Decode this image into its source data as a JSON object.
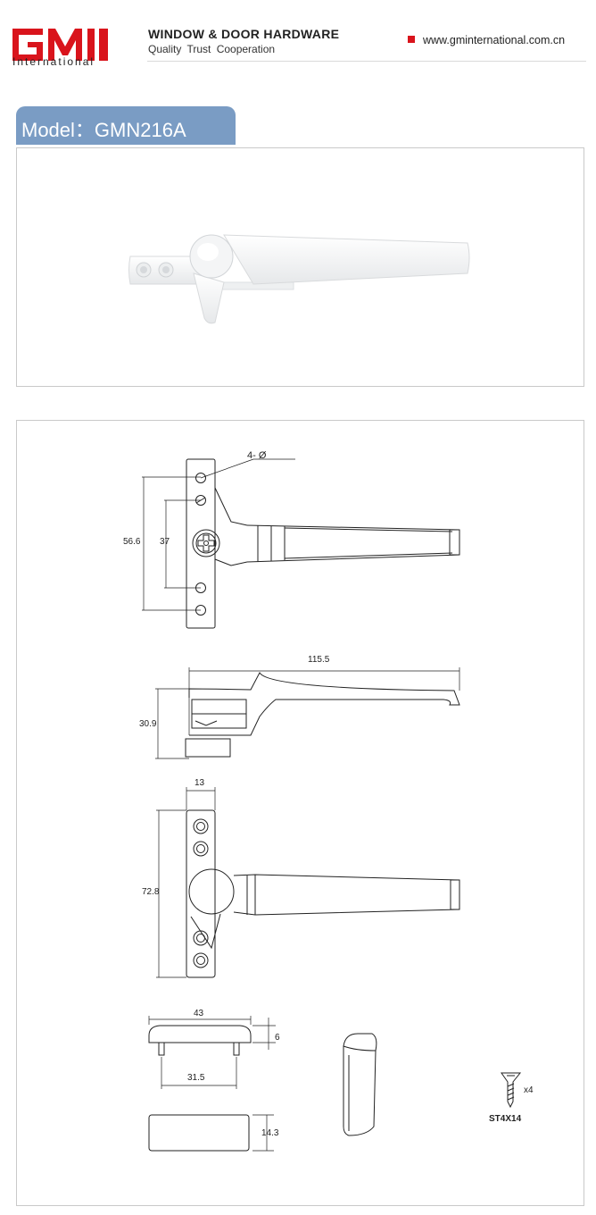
{
  "header": {
    "logo_text": "GMI",
    "logo_subtitle": "International",
    "title": "WINDOW & DOOR HARDWARE",
    "subtitle": "Quality  Trust  Cooperation",
    "website": "www.gminternational.com.cn",
    "brand_color": "#d9141c",
    "tab_color": "#7a9cc4"
  },
  "model": {
    "label": "Model：GMN216A"
  },
  "dimensions": {
    "hole_note": "4- Ø",
    "d_56_6": "56.6",
    "d_37": "37",
    "d_115_5": "115.5",
    "d_30_9": "30.9",
    "d_13": "13",
    "d_72_8": "72.8",
    "d_43": "43",
    "d_6": "6",
    "d_31_5": "31.5",
    "d_14_3": "14.3"
  },
  "screw": {
    "qty": "x4",
    "spec": "ST4X14"
  }
}
